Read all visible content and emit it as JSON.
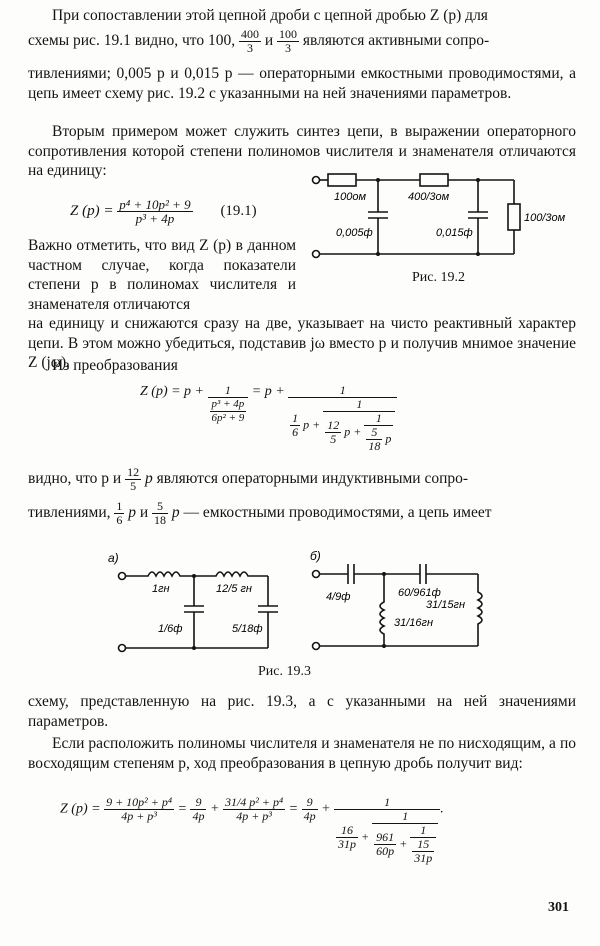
{
  "paragraphs": {
    "p1a": "При сопоставлении этой цепной дроби с цепной дробью Z (p) для",
    "p1b": "схемы рис. 19.1 видно, что 100,",
    "p1c": "и",
    "p1d": "являются активными сопро-",
    "p1e": "тивлениями; 0,005 p и 0,015 p — операторными емкостными проводимостями, а цепь имеет схему рис. 19.2 с указанными на ней значениями параметров.",
    "p2": "Вторым примером может служить синтез цепи, в выражении операторного сопротивления которой степени полиномов числителя и знаменателя отличаются на единицу:",
    "p3": "Важно отметить, что вид Z (p) в данном частном случае, когда показатели степени p в полиномах числителя и знаменателя отличаются",
    "p3b": "на единицу и снижаются сразу на две, указывает на чисто реактивный характер цепи. В этом можно убедиться, подставив jω вместо p и получив мнимое значение Z (jω).",
    "p4": "Из преобразования",
    "p5a": "видно, что p и",
    "p5b": "являются операторными индуктивными сопро-",
    "p5c": "тивлениями,",
    "p5d": "емкостными проводимостями, а цепь имеет",
    "p6": "схему, представленную на рис. 19.3, а с указанными на ней значениями параметров.",
    "p7": "Если расположить полиномы числителя и знаменателя не по нисходящим, а по восходящим степеням p, ход преобразования в цепную дробь получит вид:"
  },
  "fractions": {
    "f400_3": {
      "num": "400",
      "den": "3"
    },
    "f100_3": {
      "num": "100",
      "den": "3"
    },
    "f12_5": {
      "num": "12",
      "den": "5"
    },
    "f1_6": {
      "num": "1",
      "den": "6"
    },
    "f5_18": {
      "num": "5",
      "den": "18"
    }
  },
  "equations": {
    "eq191": {
      "lhs": "Z (p) =",
      "num": "p⁴ + 10p² + 9",
      "den": "p³ + 4p",
      "label": "(19.1)"
    },
    "eq2": {
      "lhs": "Z (p) = p +",
      "f1num": "1",
      "f1den_num": "p³ + 4p",
      "f1den_den": "6p² + 9",
      "mid": "= p +",
      "cnum": "1",
      "c1": "1",
      "c1d": "6",
      "c2": "12",
      "c2d": "5",
      "c3": "1",
      "c3d": "5",
      "c3dd": "18"
    },
    "eq3": {
      "lhs": "Z (p) =",
      "n1": "9 + 10p² + p⁴",
      "d1": "4p + p³",
      "eq1": "=",
      "a": "9",
      "ad": "4p",
      "plus": "+",
      "bn": "31/4 p² + p⁴",
      "bd": "4p + p³",
      "eq2": "=",
      "c": "9",
      "cd": "4p",
      "e1": "16",
      "e1d": "31p",
      "e2": "961",
      "e2d": "60p",
      "e3": "15",
      "e3d": "31p"
    }
  },
  "figures": {
    "fig192": {
      "caption": "Рис. 19.2",
      "labels": [
        "100ом",
        "400/3ом",
        "100/3ом",
        "0,005ф",
        "0,015ф"
      ]
    },
    "fig193": {
      "caption": "Рис. 19.3",
      "a_tag": "а)",
      "b_tag": "б)",
      "a_labels": [
        "1гн",
        "12/5 гн",
        "1/6ф",
        "5/18ф"
      ],
      "b_labels": [
        "4/9ф",
        "60/961ф",
        "31/15гн",
        "31/16гн"
      ]
    }
  },
  "page_number": "301"
}
